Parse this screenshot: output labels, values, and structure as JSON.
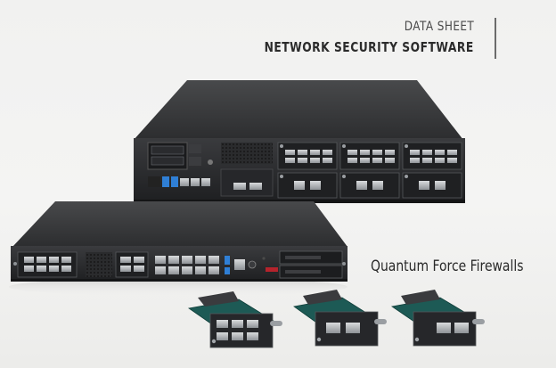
{
  "header": {
    "doc_type": "DATA SHEET",
    "title": "NETWORK SECURITY SOFTWARE"
  },
  "product": {
    "name": "Quantum Force Firewalls"
  },
  "colors": {
    "chassis": "#2e2f31",
    "chassis_top": "#3a3b3d",
    "port_metal": "#b9bcbf",
    "accent_blue": "#2f7fd6",
    "accent_red": "#b5232c",
    "module_pcb": "#1d5a55"
  }
}
